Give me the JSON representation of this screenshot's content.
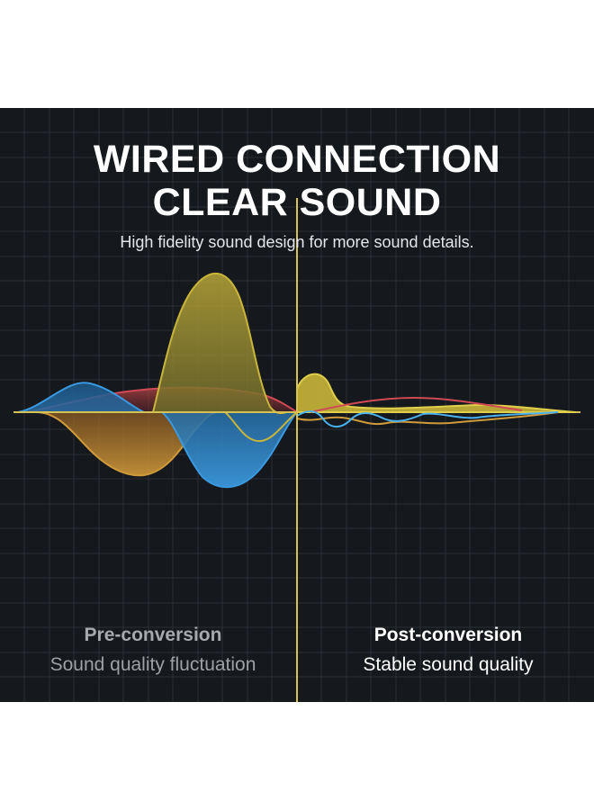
{
  "headline": {
    "line1": "WIRED CONNECTION",
    "line2": "CLEAR SOUND"
  },
  "subtitle": "High fidelity sound design for more sound details.",
  "pre_conversion": {
    "heading": "Pre-conversion",
    "description": "Sound quality fluctuation"
  },
  "post_conversion": {
    "heading": "Post-conversion",
    "description": "Stable sound quality"
  },
  "colors": {
    "background": "#15181c",
    "grid": "#2c3036",
    "divider": "#d8c44a",
    "wave_yellow": "#c9b53a",
    "wave_orange": "#c98a2c",
    "wave_blue": "#2f86c9",
    "wave_red": "#c83a4a"
  }
}
